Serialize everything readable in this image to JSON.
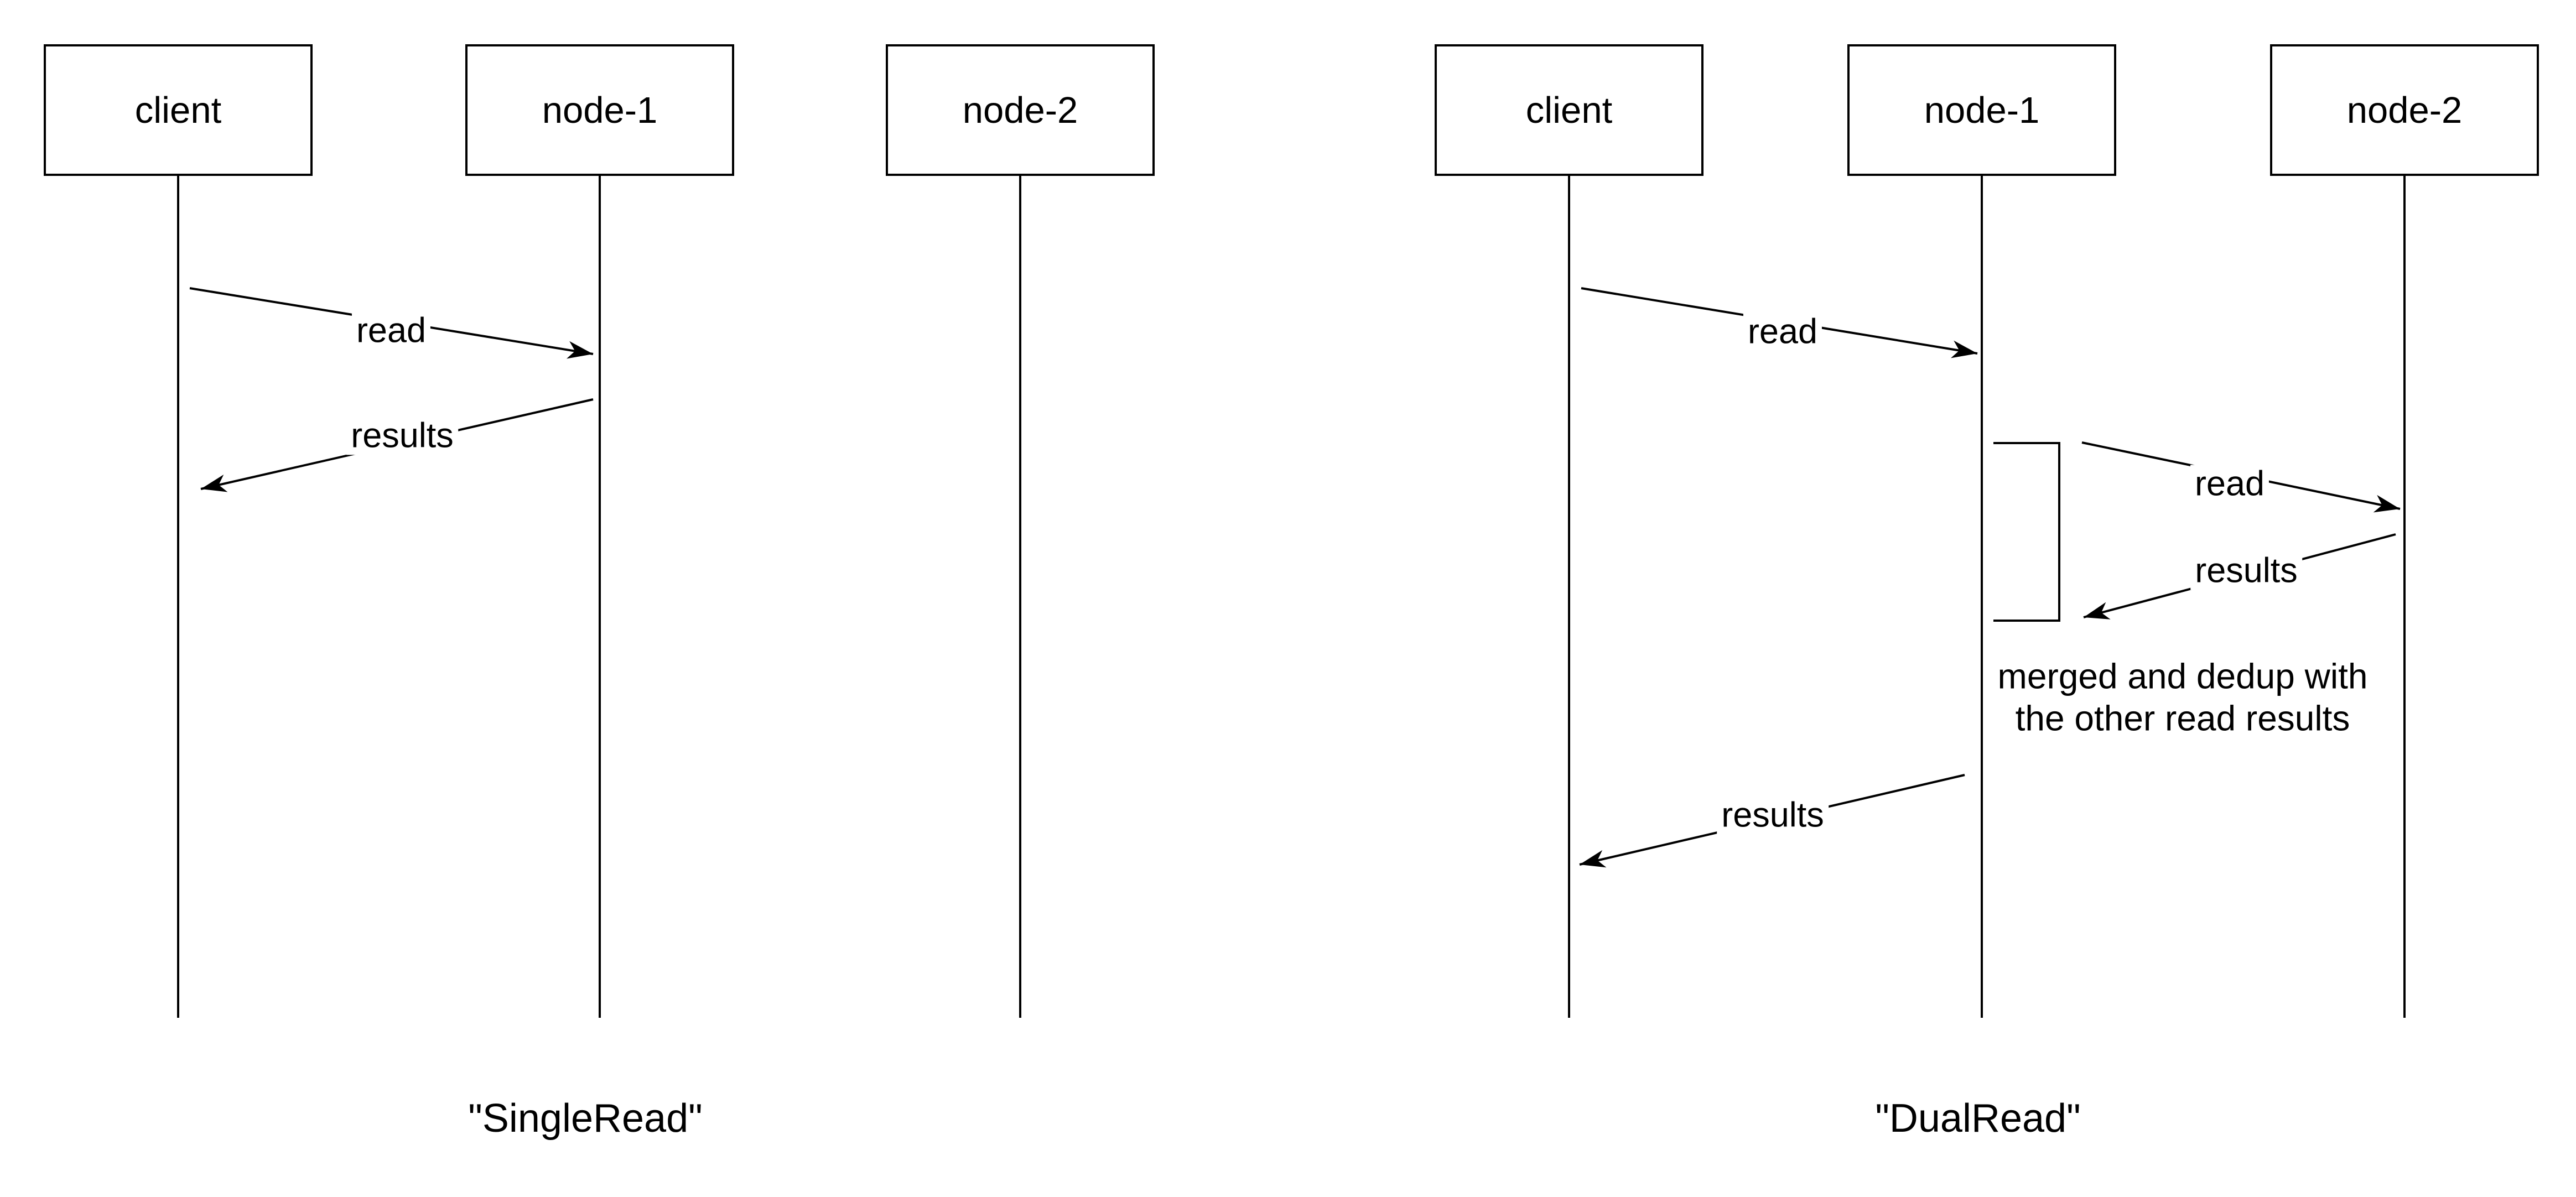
{
  "style": {
    "background_color": "#ffffff",
    "line_color": "#000000",
    "text_color": "#000000"
  },
  "diagrams": [
    {
      "caption": "\"SingleRead\"",
      "participants": [
        {
          "label": "client"
        },
        {
          "label": "node-1"
        },
        {
          "label": "node-2"
        }
      ],
      "messages": [
        {
          "label": "read",
          "from": "client",
          "to": "node-1"
        },
        {
          "label": "results",
          "from": "node-1",
          "to": "client"
        }
      ]
    },
    {
      "caption": "\"DualRead\"",
      "participants": [
        {
          "label": "client"
        },
        {
          "label": "node-1"
        },
        {
          "label": "node-2"
        }
      ],
      "messages": [
        {
          "label": "read",
          "from": "client",
          "to": "node-1"
        },
        {
          "label": "read",
          "from": "node-1",
          "to": "node-2"
        },
        {
          "label": "results",
          "from": "node-2",
          "to": "node-1"
        },
        {
          "label": "results",
          "from": "node-1",
          "to": "client"
        }
      ],
      "note": "merged and dedup with\nthe other read results"
    }
  ]
}
